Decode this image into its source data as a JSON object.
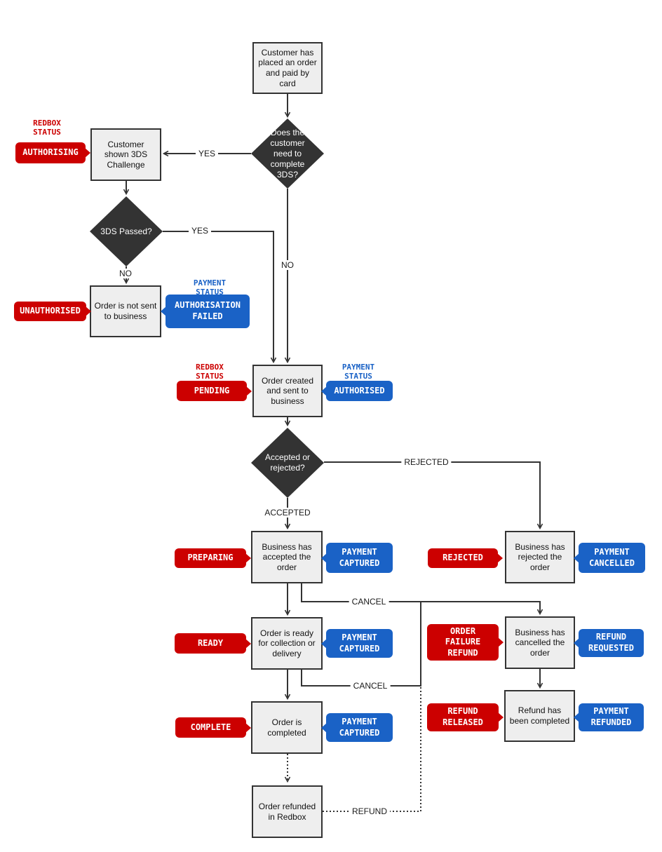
{
  "colors": {
    "page_bg": "#ffffff",
    "redbox_red": "#cc0000",
    "payment_blue": "#1a62c6",
    "node_fill": "#eeeeee",
    "node_border": "#333333",
    "decision_fill": "#333333",
    "decision_text": "#ffffff",
    "line_color": "#333333"
  },
  "flowchart": {
    "nodes": {
      "placed_order": "Customer has placed an order and paid by card",
      "shown_3ds": "Customer shown 3DS Challenge",
      "not_sent": "Order is not sent to business",
      "order_created": "Order created and sent to business",
      "accepted": "Business has accepted the order",
      "rejected": "Business has rejected the order",
      "ready": "Order is ready for collection or delivery",
      "cancelled": "Business has cancelled the order",
      "completed": "Order is completed",
      "refund_completed": "Refund has been completed",
      "refunded": "Order refunded in Redbox"
    },
    "decisions": {
      "need_3ds": "Does the customer need to complete 3DS?",
      "passed_3ds": "3DS Passed?",
      "accepted_rejected": "Accepted or rejected?"
    },
    "status_headers": {
      "redbox": "REDBOX STATUS",
      "payment": "PAYMENT STATUS"
    },
    "redbox_badges": {
      "authorising": "AUTHORISING",
      "unauthorised": "UNAUTHORISED",
      "pending": "PENDING",
      "preparing": "PREPARING",
      "rejected": "REJECTED",
      "ready": "READY",
      "order_failure_refund": "ORDER FAILURE REFUND",
      "complete": "COMPLETE",
      "refund_released": "REFUND RELEASED"
    },
    "payment_badges": {
      "authorisation_failed": "AUTHORISATION FAILED",
      "authorised": "AUTHORISED",
      "payment_captured": "PAYMENT CAPTURED",
      "payment_cancelled": "PAYMENT CANCELLED",
      "refund_requested": "REFUND REQUESTED",
      "payment_refunded": "PAYMENT REFUNDED"
    },
    "edge_labels": {
      "yes": "YES",
      "no": "NO",
      "accepted": "ACCEPTED",
      "rejected": "REJECTED",
      "cancel": "CANCEL",
      "refund": "REFUND"
    }
  }
}
